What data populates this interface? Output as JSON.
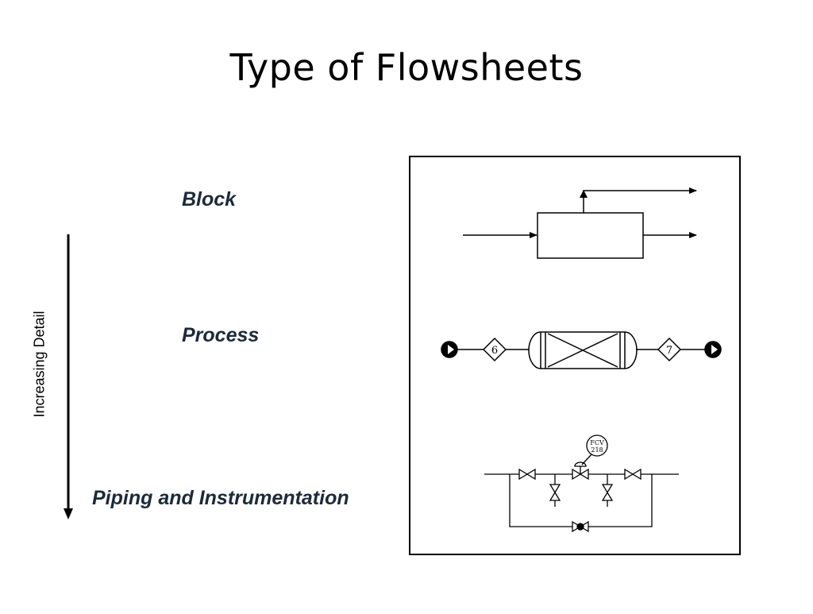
{
  "slide": {
    "title": "Type of Flowsheets",
    "axis_label": "Increasing Detail",
    "levels": [
      {
        "label": "Block"
      },
      {
        "label": "Process"
      },
      {
        "label": "Piping and Instrumentation"
      }
    ]
  },
  "diagram": {
    "stream_tags": [
      "6",
      "7"
    ],
    "instrument_tag": {
      "line1": "FCV",
      "line2": "218"
    }
  }
}
